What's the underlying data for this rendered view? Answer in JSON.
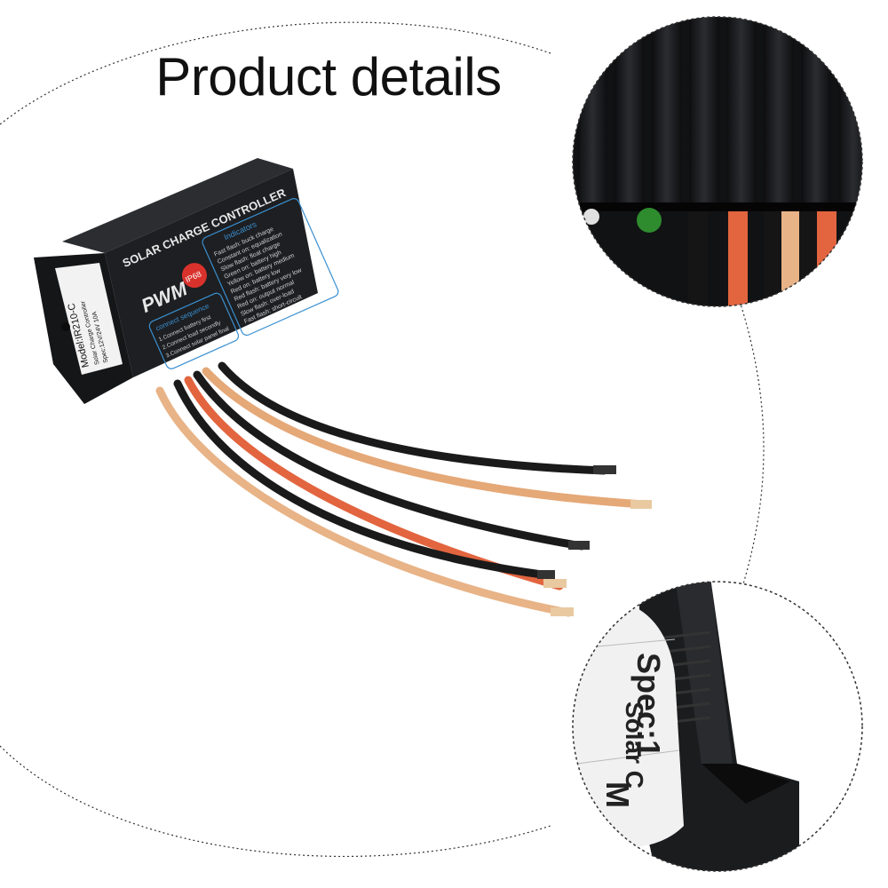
{
  "heading": "Product details",
  "product": {
    "panel_title": "SOLAR CHARGE CONTROLLER",
    "pwm": "PWM",
    "ip_rating": "IP68",
    "indicators_title": "Indicators",
    "indicator_lines": [
      "Fast flash: buck charge",
      "Constant on: equalization",
      "Slow flash: float charge",
      "Green on: battery high",
      "Yellow on: battery medium",
      "Red on: battery low",
      "Red flash: battery very low",
      "Red on: output normal",
      "Slow flash: over-load",
      "Fast flash: short-circuit"
    ],
    "sequence_title": "connect sequence",
    "sequence_lines": [
      "1.Connect battery first",
      "2.Connect load secondly",
      "3.Connect solar panel final"
    ],
    "label_lines": [
      "Model:IR210-C",
      "Solar Charge Controller",
      "Spec:12V/24V 10A"
    ]
  },
  "zoom_label_text": [
    "Spec:1",
    "Solar C",
    "M"
  ],
  "colors": {
    "case": "#1d1f22",
    "print_blue": "#3a8fd0",
    "badge_red": "#d9322c",
    "wire_red": "#e2653f",
    "wire_black": "#1a1a1a",
    "wire_tan": "#e7b27e"
  }
}
